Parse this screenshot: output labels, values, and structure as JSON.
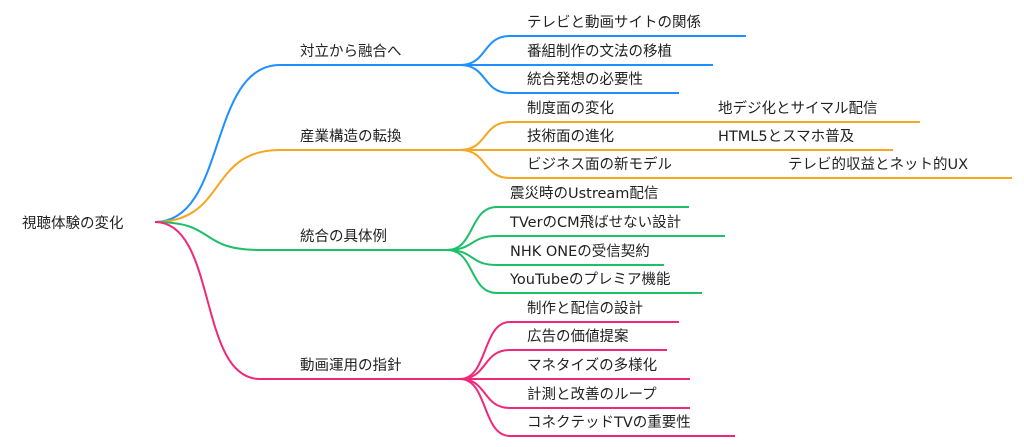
{
  "root": "視聴体験の変化",
  "branches": [
    {
      "label": "対立から融合へ",
      "color": "#1e90ff",
      "children": [
        {
          "label": "テレビと動画サイトの関係"
        },
        {
          "label": "番組制作の文法の移植"
        },
        {
          "label": "統合発想の必要性"
        }
      ]
    },
    {
      "label": "産業構造の転換",
      "color": "#f5a623",
      "children": [
        {
          "label": "制度面の変化",
          "detail": "地デジ化とサイマル配信"
        },
        {
          "label": "技術面の進化",
          "detail": "HTML5とスマホ普及"
        },
        {
          "label": "ビジネス面の新モデル",
          "detail": "テレビ的収益とネット的UX"
        }
      ]
    },
    {
      "label": "統合の具体例",
      "color": "#1fbf6a",
      "children": [
        {
          "label": "震災時のUstream配信"
        },
        {
          "label": "TVerのCM飛ばせない設計"
        },
        {
          "label": "NHK ONEの受信契約"
        },
        {
          "label": "YouTubeのプレミア機能"
        }
      ]
    },
    {
      "label": "動画運用の指針",
      "color": "#f0287a",
      "children": [
        {
          "label": "制作と配信の設計"
        },
        {
          "label": "広告の価値提案"
        },
        {
          "label": "マネタイズの多様化"
        },
        {
          "label": "計測と改善のループ"
        },
        {
          "label": "コネクテッドTVの重要性"
        }
      ]
    }
  ]
}
